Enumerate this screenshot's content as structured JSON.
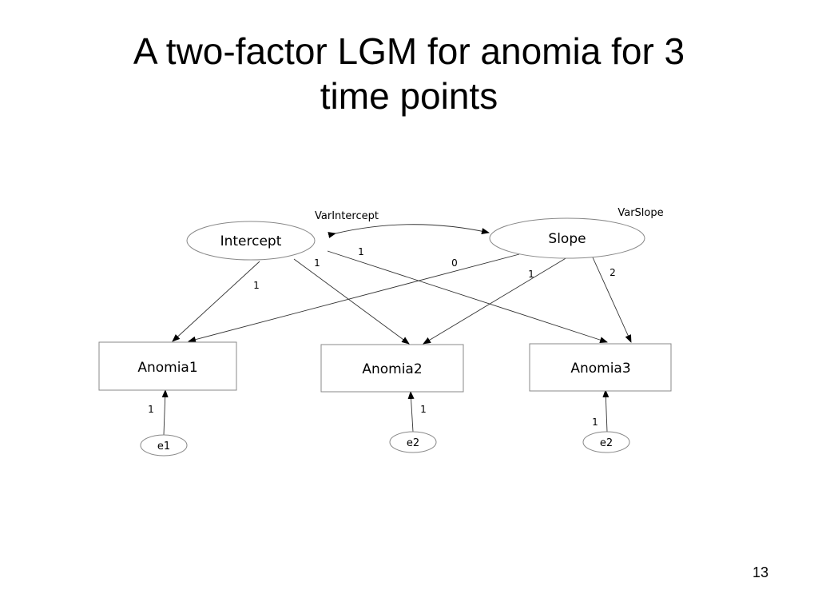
{
  "slide": {
    "title_line1": "A two-factor LGM for anomia for 3",
    "title_line2": "time points",
    "page_number": "13"
  },
  "diagram": {
    "latent_factors": {
      "intercept": {
        "label": "Intercept",
        "variance_label": "VarIntercept"
      },
      "slope": {
        "label": "Slope",
        "variance_label": "VarSlope"
      }
    },
    "observed": {
      "anomia1": "Anomia1",
      "anomia2": "Anomia2",
      "anomia3": "Anomia3"
    },
    "errors": {
      "e1": "e1",
      "e2a": "e2",
      "e2b": "e2"
    },
    "loadings": {
      "intercept_anomia1": "1",
      "intercept_anomia2": "1",
      "intercept_anomia3": "1",
      "slope_anomia1": "0",
      "slope_anomia2": "1",
      "slope_anomia3": "2"
    },
    "error_loadings": {
      "e1_anomia1": "1",
      "e2_anomia2": "1",
      "e2_anomia3": "1"
    }
  }
}
